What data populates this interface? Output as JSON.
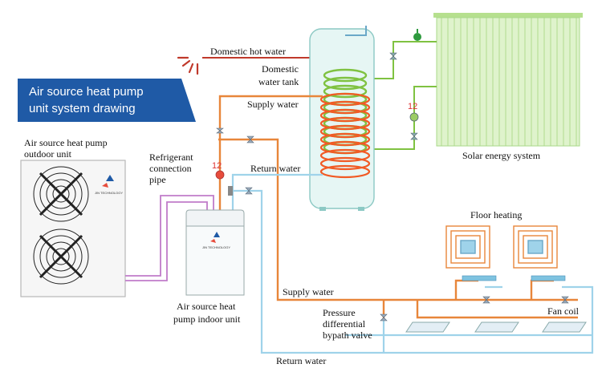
{
  "title": {
    "line1": "Air source heat pump",
    "line2": "unit system drawing"
  },
  "labels": {
    "domestic_hot_water": "Domestic hot water",
    "domestic_water_tank_1": "Domestic",
    "domestic_water_tank_2": "water tank",
    "supply_water_top": "Supply water",
    "return_water_top": "Return water",
    "solar_energy_system": "Solar energy system",
    "outdoor_unit_1": "Air source heat pump",
    "outdoor_unit_2": "outdoor unit",
    "refrigerant_1": "Refrigerant",
    "refrigerant_2": "connection",
    "refrigerant_3": "pipe",
    "indoor_unit_1": "Air source heat",
    "indoor_unit_2": "pump indoor unit",
    "floor_heating": "Floor heating",
    "supply_water_bottom": "Supply water",
    "pressure_valve_1": "Pressure",
    "pressure_valve_2": "differential",
    "pressure_valve_3": "bypath valve",
    "fan_coil": "Fan coil",
    "return_water_bottom": "Return water"
  },
  "brand": {
    "logo_text": "JIN TECHNOLOGY"
  },
  "colors": {
    "title_bg": "#1f5aa6",
    "supply_pipe": "#e8863a",
    "return_pipe": "#9fd3ea",
    "refrigerant_pipe": "#c07cc9",
    "coil_hot": "#f15a24",
    "coil_solar": "#7fc241",
    "solar_panel": "#d8f0c0",
    "tank_fill": "#e6f6f4"
  }
}
